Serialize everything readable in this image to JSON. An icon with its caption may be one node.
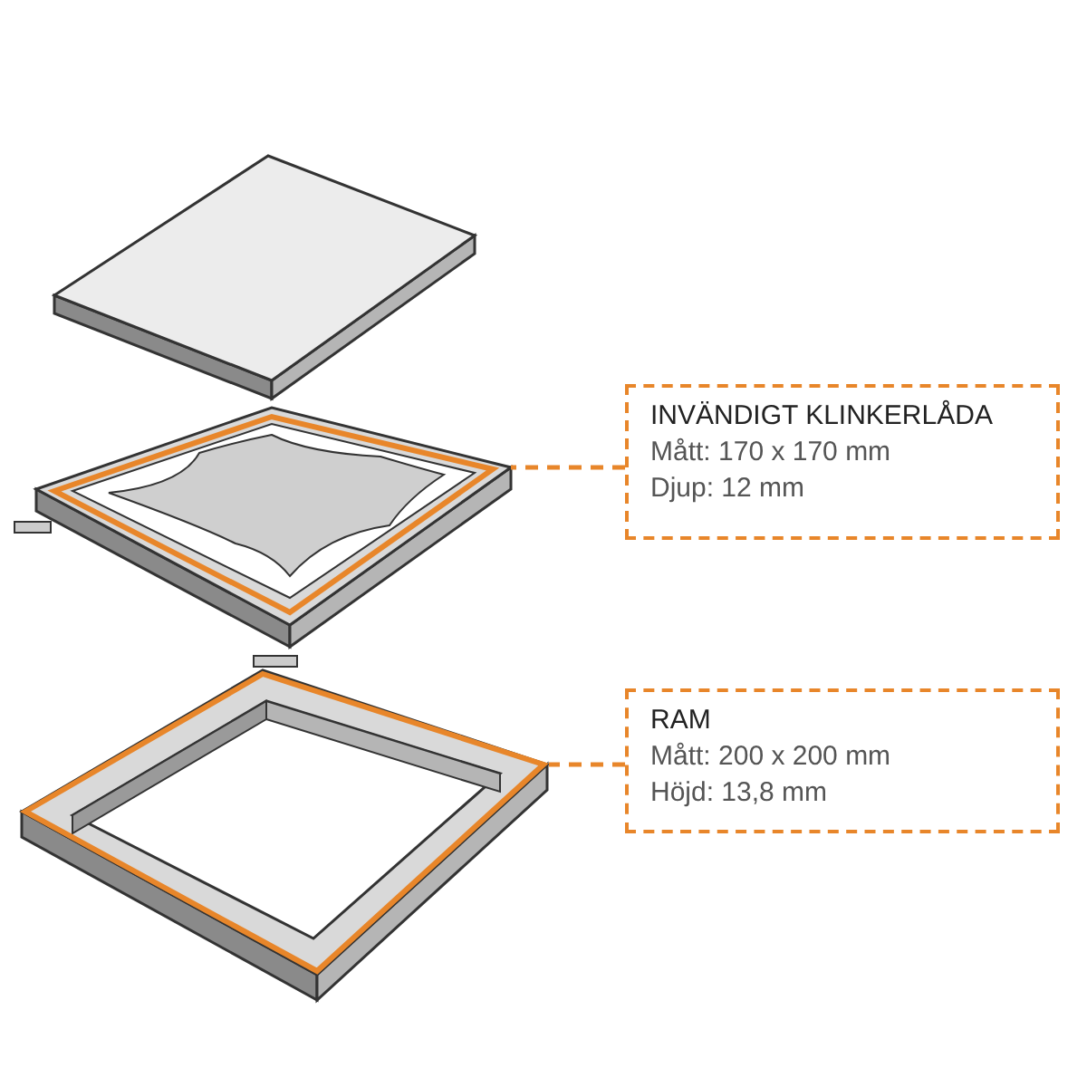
{
  "diagram": {
    "nodes": [
      {
        "text": [
          "INVÄNDIGT KLINKERLÅDA",
          "Mått: 170 x 170 mm",
          "Djup: 12 mm"
        ]
      },
      {
        "text": [
          "RAM",
          "Mått: 200 x 200 mm",
          "Höjd: 13,8 mm"
        ]
      },
      {
        "text": [],
        "shape": "picture"
      },
      {
        "text": [],
        "shape": "picture"
      }
    ],
    "edges": [
      {
        "from": 0,
        "to": 2,
        "arrow": "none",
        "style": "dashed"
      },
      {
        "from": 1,
        "to": 3,
        "arrow": "none",
        "style": "dashed"
      }
    ]
  }
}
